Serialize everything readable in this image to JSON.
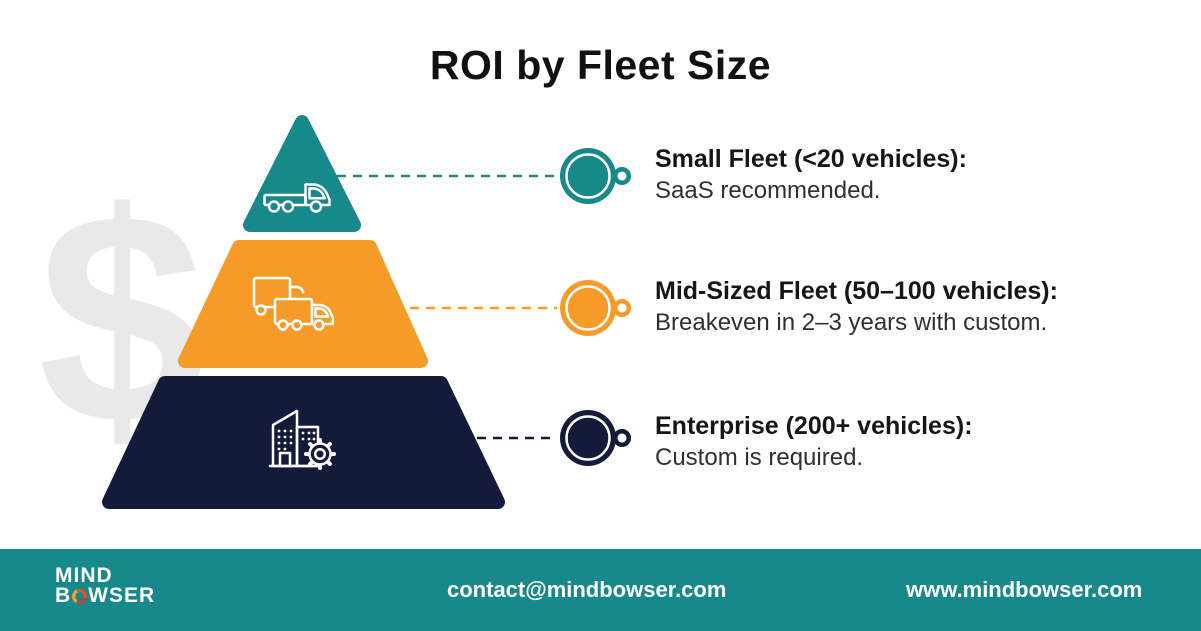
{
  "title": "ROI by Fleet Size",
  "watermark": "$",
  "colors": {
    "teal": "#17898a",
    "orange": "#f79b28",
    "navy": "#141b3a",
    "watermark_gray": "#e9e9e9",
    "footer_bg": "#17898a",
    "heading_text": "#161616",
    "body_text": "#303030"
  },
  "tiers": [
    {
      "id": "small",
      "color": "#17898a",
      "icon": "small-truck-icon",
      "heading": "Small Fleet (<20 vehicles):",
      "body": "SaaS recommended."
    },
    {
      "id": "mid",
      "color": "#f79b28",
      "icon": "delivery-trucks-icon",
      "heading": "Mid-Sized Fleet (50–100 vehicles):",
      "body": "Breakeven in 2–3 years with custom."
    },
    {
      "id": "enterprise",
      "color": "#141b3a",
      "icon": "building-gear-icon",
      "heading": "Enterprise (200+ vehicles):",
      "body": "Custom is required."
    }
  ],
  "footer": {
    "logo_line1": "MIND",
    "logo_line2_pre": "B",
    "logo_line2_post": "WSER",
    "email": "contact@mindbowser.com",
    "website": "www.mindbowser.com"
  }
}
